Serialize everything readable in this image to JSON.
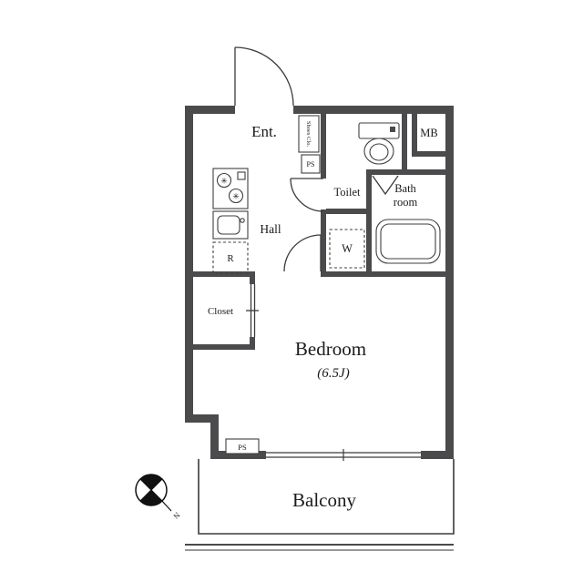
{
  "plan": {
    "rooms": {
      "entrance": "Ent.",
      "hall": "Hall",
      "toilet": "Toilet",
      "bathroom_line1": "Bath",
      "bathroom_line2": "room",
      "closet": "Closet",
      "bedroom": "Bedroom",
      "bedroom_size": "(6.5J)",
      "balcony": "Balcony"
    },
    "fixtures": {
      "meter_box": "MB",
      "pipe_space_top": "PS",
      "pipe_space_bottom": "PS",
      "shoes_closet": "Shoes Clo.",
      "refrigerator": "R",
      "washer": "W",
      "burner_glyph": "✳"
    },
    "compass": {
      "north": "N"
    },
    "colors": {
      "wall": "#4b4b4d",
      "line": "#3a3a3c",
      "text": "#1b1b1d",
      "background": "#ffffff"
    }
  }
}
